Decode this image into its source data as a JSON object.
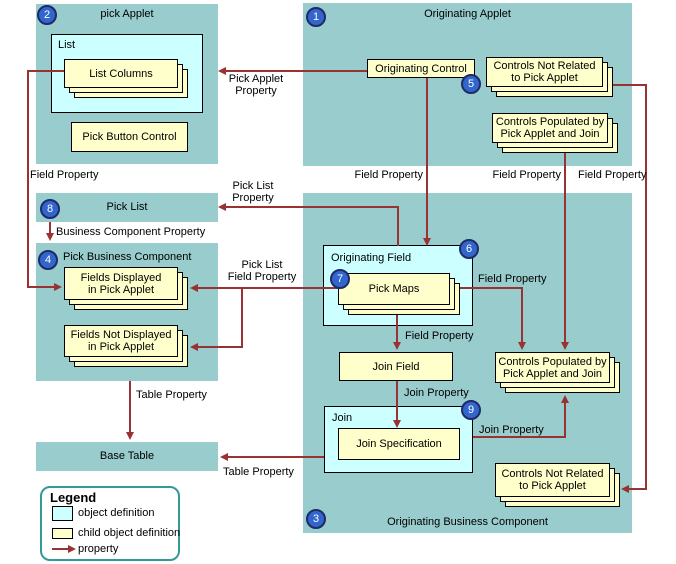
{
  "colors": {
    "container_fill": "#99cccc",
    "object_fill": "#ccffff",
    "child_fill": "#ffffcc",
    "line": "#993333",
    "badge_fill": "#3366cc",
    "legend_border": "#339999"
  },
  "pick_applet": {
    "badge": "2",
    "title": "pick Applet",
    "list": {
      "title": "List",
      "list_columns": "List Columns"
    },
    "pick_button_control": "Pick Button Control"
  },
  "originating_applet": {
    "badge": "1",
    "title": "Originating Applet",
    "originating_control": "Originating Control",
    "originating_control_badge": "5",
    "controls_not_related": [
      "Controls Not Related",
      "to Pick Applet"
    ],
    "controls_populated": [
      "Controls Populated by",
      "Pick Applet and Join"
    ]
  },
  "pick_list": {
    "badge": "8",
    "title": "Pick List"
  },
  "pick_business_component": {
    "badge": "4",
    "title": "Pick Business Component",
    "fields_displayed": [
      "Fields Displayed",
      "in Pick Applet"
    ],
    "fields_not_displayed": [
      "Fields Not Displayed",
      "in Pick Applet"
    ]
  },
  "base_table": {
    "title": "Base Table"
  },
  "originating_business_component": {
    "badge": "3",
    "title": "Originating Business Component",
    "originating_field": {
      "badge": "6",
      "title": "Originating Field",
      "pick_maps": "Pick Maps",
      "pick_maps_badge": "7"
    },
    "join_field": "Join Field",
    "join": {
      "badge": "9",
      "title": "Join",
      "join_specification": "Join Specification"
    },
    "controls_populated": [
      "Controls Populated by",
      "Pick Applet and Join"
    ],
    "controls_not_related": [
      "Controls Not Related",
      "to Pick Applet"
    ]
  },
  "edge_labels": {
    "pick_applet_property": [
      "Pick Applet",
      "Property"
    ],
    "field_property_list_columns": "Field Property",
    "pick_list_property": [
      "Pick List",
      "Property"
    ],
    "business_component_property": "Business Component Property",
    "pick_list_field_property": [
      "Pick List",
      "Field Property"
    ],
    "field_property_originating_control": "Field Property",
    "field_property_controls_populated": "Field Property",
    "field_property_controls_not_related": "Field Property",
    "field_property_pick_maps": "Field Property",
    "field_property_join_field": "Field Property",
    "join_property_join_field": "Join Property",
    "join_property_join_spec": "Join Property",
    "table_property_pbc": "Table Property",
    "table_property_join_spec": "Table Property"
  },
  "legend": {
    "title": "Legend",
    "object_definition": "object definition",
    "child_object_definition": "child object definition",
    "property": "property"
  }
}
